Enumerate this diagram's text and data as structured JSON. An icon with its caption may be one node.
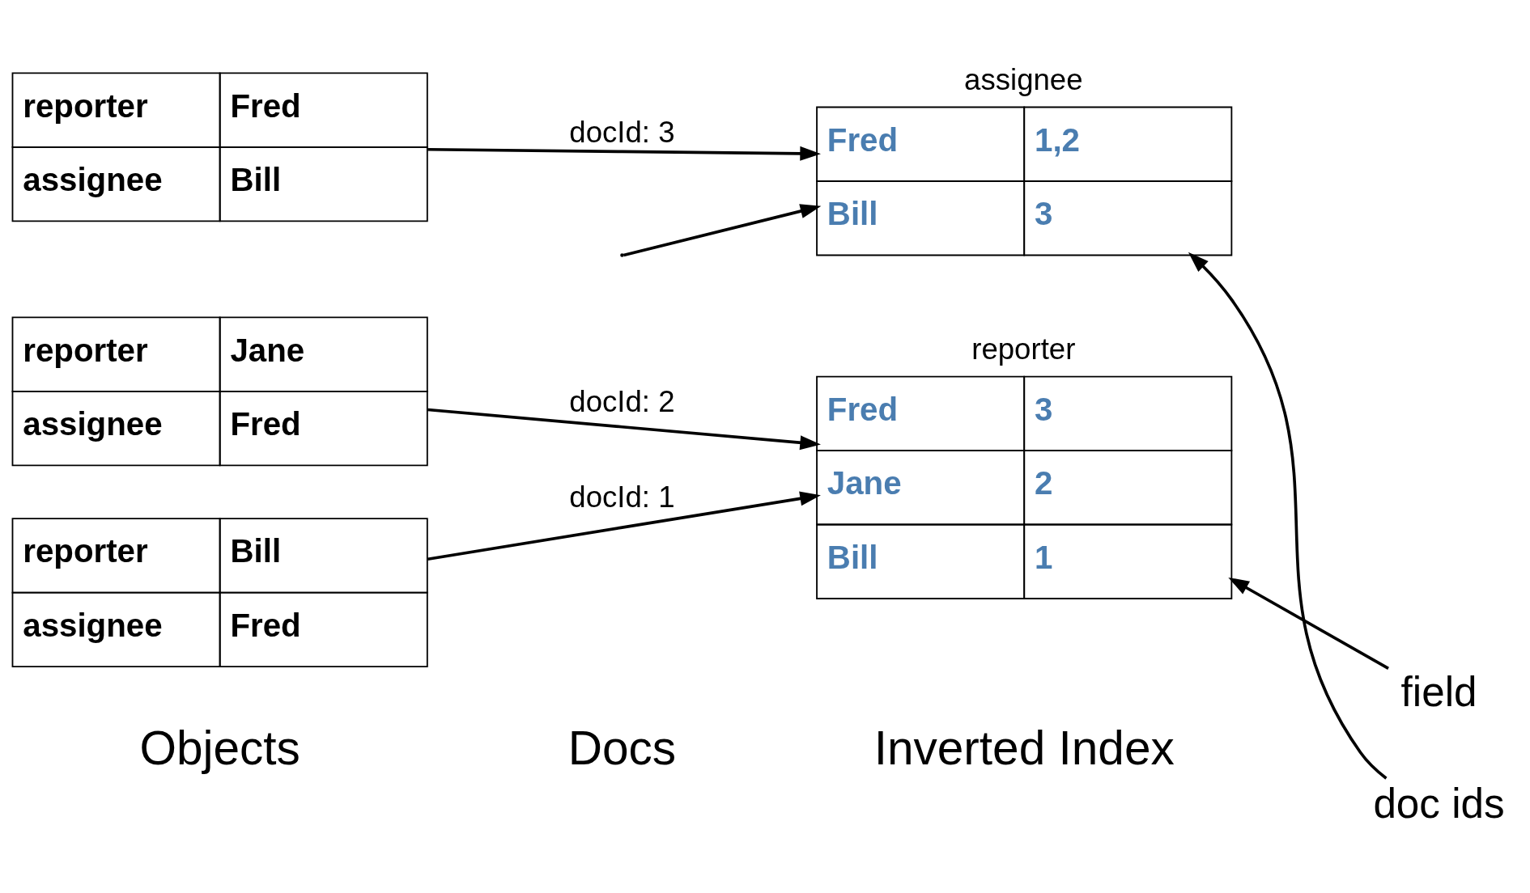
{
  "diagram": {
    "nodes": [
      {
        "text": [
          "reporter",
          "Bill",
          "assignee",
          "Fred"
        ]
      },
      {
        "text": [
          "reporter",
          "Jane",
          "assignee",
          "Fred"
        ]
      },
      {
        "text": [
          "reporter",
          "Fred",
          "assignee",
          "Bill"
        ]
      },
      {
        "text": [
          "reporter",
          "Fred",
          "3",
          "Jane",
          "2",
          "Bill",
          "1"
        ]
      },
      {
        "text": [
          "assignee",
          "Fred",
          "1,2",
          "Bill",
          "3"
        ]
      },
      {
        "text": [
          "field"
        ]
      },
      {
        "text": [
          "doc ids"
        ]
      }
    ],
    "edges": [
      {
        "from": 0,
        "to": 3,
        "arrow": "to",
        "label": "docId: 1"
      },
      {
        "from": 1,
        "to": 3,
        "arrow": "to",
        "label": "docId: 2"
      },
      {
        "from": 2,
        "to": 4,
        "arrow": "to",
        "label": "docId: 3"
      },
      {
        "from": 5,
        "to": 3,
        "arrow": "to"
      },
      {
        "from": null,
        "to": 4,
        "arrow": "to"
      },
      {
        "from": 6,
        "to": 4,
        "arrow": "to"
      }
    ],
    "labels": [
      "Objects",
      "Docs",
      "Inverted Index"
    ]
  }
}
